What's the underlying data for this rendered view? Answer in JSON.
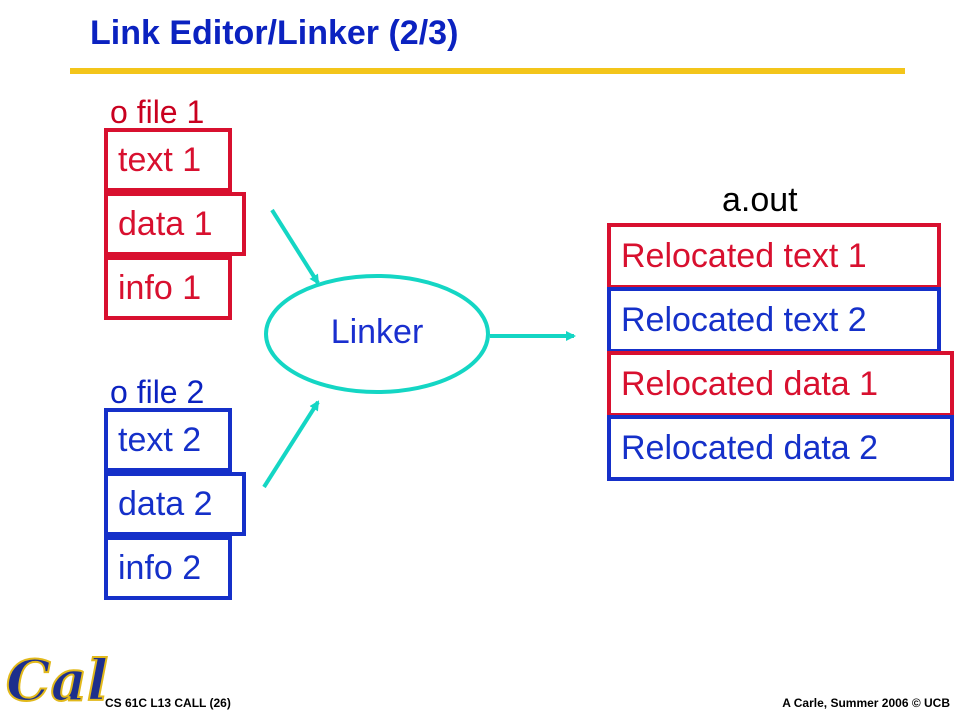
{
  "slide": {
    "title": "Link Editor/Linker (2/3)"
  },
  "object_file_1": {
    "label": "o file 1",
    "sections": [
      "text 1",
      "data 1",
      "info 1"
    ]
  },
  "object_file_2": {
    "label": "o file 2",
    "sections": [
      "text 2",
      "data 2",
      "info 2"
    ]
  },
  "linker": {
    "label": "Linker"
  },
  "output": {
    "label": "a.out",
    "sections": [
      "Relocated text 1",
      "Relocated text 2",
      "Relocated data 1",
      "Relocated data 2"
    ]
  },
  "footer": {
    "logo_text": "Cal",
    "left": "CS 61C L13 CALL (26)",
    "right": "A Carle, Summer 2006 © UCB"
  },
  "colors": {
    "title": "#0b22c0",
    "rule": "#f3c51a",
    "red": "#d8102f",
    "blue": "#1530c9",
    "arrow": "#14d6c4"
  }
}
